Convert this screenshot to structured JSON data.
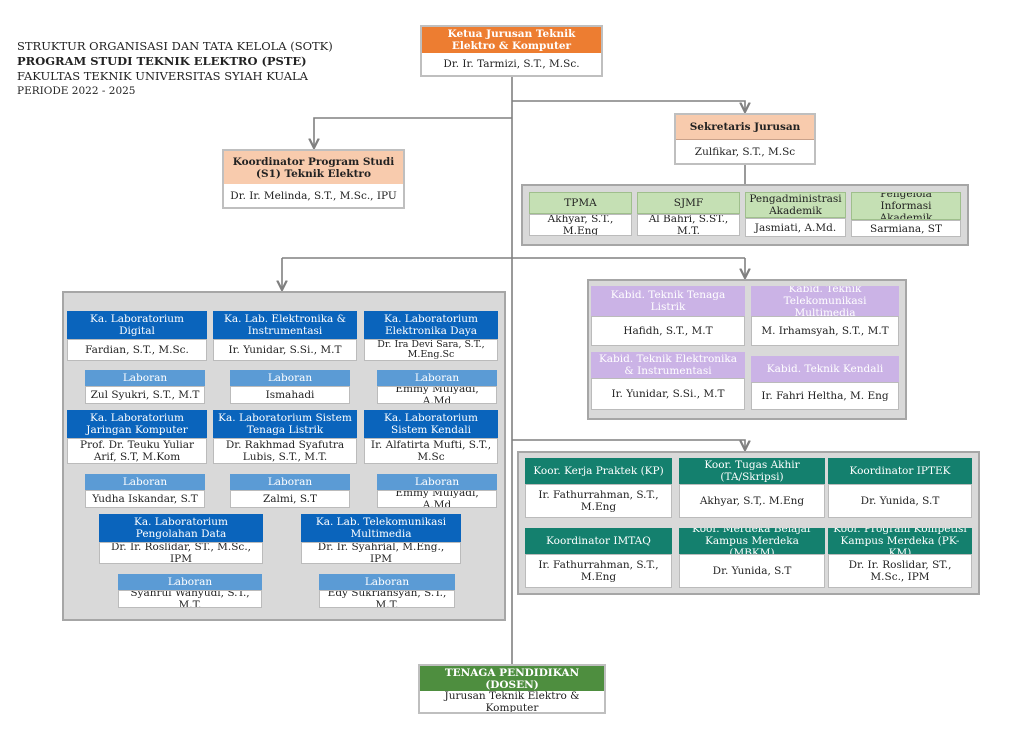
{
  "header": {
    "line1": "STRUKTUR ORGANISASI DAN TATA KELOLA (SOTK)",
    "line2": "PROGRAM STUDI TEKNIK ELEKTRO (PSTE)",
    "line3": "FAKULTAS TEKNIK UNIVERSITAS SYIAH KUALA",
    "line4": "PERIODE 2022 - 2025"
  },
  "ketua": {
    "title": "Ketua Jurusan Teknik Elektro & Komputer",
    "name": "Dr. Ir. Tarmizi, S.T., M.Sc."
  },
  "sekretaris": {
    "title": "Sekretaris Jurusan",
    "name": "Zulfikar, S.T., M.Sc"
  },
  "koordinator_prodi": {
    "title": "Koordinator Program Studi (S1) Teknik Elektro",
    "name": "Dr. Ir. Melinda, S.T., M.Sc., IPU"
  },
  "staff": [
    {
      "title": "TPMA",
      "name": "Akhyar, S.T., M.Eng"
    },
    {
      "title": "SJMF",
      "name": "Al Bahri, S.ST., M.T."
    },
    {
      "title": "Pengadministrasi Akademik",
      "name": "Jasmiati, A.Md."
    },
    {
      "title": "Pengelola Informasi Akademik",
      "name": "Sarmiana, ST"
    }
  ],
  "labs": [
    {
      "title": "Ka. Laboratorium Digital",
      "name": "Fardian, S.T., M.Sc.",
      "laboran_label": "Laboran",
      "laboran": "Zul Syukri, S.T., M.T"
    },
    {
      "title": "Ka. Lab. Elektronika & Instrumentasi",
      "name": "Ir. Yunidar, S.Si., M.T",
      "laboran_label": "Laboran",
      "laboran": "Ismahadi"
    },
    {
      "title": "Ka. Laboratorium Elektronika Daya",
      "name": "Dr. Ira Devi Sara, S.T., M.Eng.Sc",
      "laboran_label": "Laboran",
      "laboran": "Emmy Mulyadi, A.Md"
    },
    {
      "title": "Ka. Laboratorium Jaringan Komputer",
      "name": "Prof. Dr. Teuku Yuliar Arif, S.T, M.Kom",
      "laboran_label": "Laboran",
      "laboran": "Yudha Iskandar, S.T"
    },
    {
      "title": "Ka. Laboratorium Sistem Tenaga Listrik",
      "name": "Dr. Rakhmad Syafutra Lubis, S.T., M.T.",
      "laboran_label": "Laboran",
      "laboran": "Zalmi, S.T"
    },
    {
      "title": "Ka. Laboratorium Sistem Kendali",
      "name": "Ir. Alfatirta Mufti, S.T., M.Sc",
      "laboran_label": "Laboran",
      "laboran": "Emmy Mulyadi, A.Md"
    },
    {
      "title": "Ka. Laboratorium  Pengolahan Data",
      "name": "Dr. Ir. Roslidar, ST., M.Sc., IPM",
      "laboran_label": "Laboran",
      "laboran": "Syahrul Wahyudi, S.T., M.T."
    },
    {
      "title": "Ka. Lab. Telekomunikasi Multimedia",
      "name": "Dr. Ir. Syahrial, M.Eng., IPM",
      "laboran_label": "Laboran",
      "laboran": "Edy Sukriansyah, S.T., M.T."
    }
  ],
  "kabid": [
    {
      "title": "Kabid. Teknik Tenaga Listrik",
      "name": "Hafidh, S.T., M.T"
    },
    {
      "title": "Kabid. Teknik Telekomunikasi Multimedia",
      "name": "M. Irhamsyah, S.T., M.T"
    },
    {
      "title": "Kabid. Teknik Elektronika & Instrumentasi",
      "name": "Ir. Yunidar, S.Si., M.T"
    },
    {
      "title": "Kabid. Teknik Kendali",
      "name": "Ir. Fahri Heltha, M. Eng"
    }
  ],
  "koor": [
    {
      "title": "Koor. Kerja Praktek (KP)",
      "name": "Ir. Fathurrahman, S.T., M.Eng"
    },
    {
      "title": "Koor. Tugas Akhir (TA/Skripsi)",
      "name": "Akhyar, S.T,. M.Eng"
    },
    {
      "title": "Koordinator IPTEK",
      "name": "Dr. Yunida, S.T"
    },
    {
      "title": "Koordinator IMTAQ",
      "name": "Ir. Fathurrahman, S.T., M.Eng"
    },
    {
      "title": "Koor. Merdeka Belajar Kampus Merdeka (MBKM)",
      "name": "Dr. Yunida, S.T"
    },
    {
      "title": "Koor. Program Kompetisi Kampus Merdeka (PK-KM)",
      "name": "Dr. Ir. Roslidar, ST., M.Sc., IPM"
    }
  ],
  "dosen": {
    "title": "TENAGA PENDIDIKAN (DOSEN)",
    "name": "Jurusan Teknik Elektro & Komputer"
  },
  "colors": {
    "orange": "#ed7d31",
    "peach": "#f8cbad",
    "green": "#c5e0b4",
    "blue": "#0a64bc",
    "light_blue": "#5b9bd5",
    "purple": "#cbb3e6",
    "teal": "#14806e",
    "panel_gray": "#d9d9d9"
  }
}
